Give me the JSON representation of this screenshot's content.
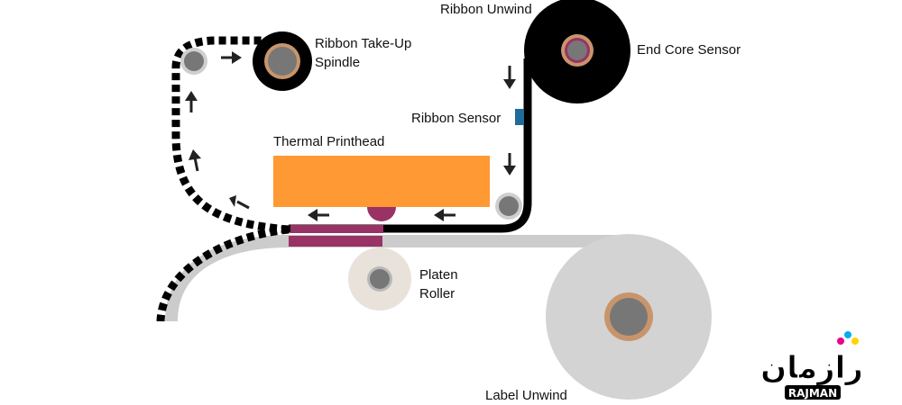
{
  "diagram": {
    "labels": {
      "ribbon_unwind": "Ribbon Unwind",
      "end_core_sensor": "End Core Sensor",
      "ribbon_take_up_line1": "Ribbon Take-Up",
      "ribbon_take_up_line2": "Spindle",
      "ribbon_sensor": "Ribbon Sensor",
      "thermal_printhead": "Thermal Printhead",
      "platen_line1": "Platen",
      "platen_line2": "Roller",
      "label_unwind": "Label Unwind"
    },
    "colors": {
      "ribbon": "#000000",
      "label_web": "#cccccc",
      "printhead": "#ff9933",
      "print_zone": "#993366",
      "sensor": "#1f6b9a",
      "core_ring": "#c8956b",
      "core": "#777777",
      "platen": "#e8e2da",
      "arrow": "#222222"
    },
    "logo": {
      "wordmark": "RAJMAN",
      "script": "رازمان"
    }
  }
}
